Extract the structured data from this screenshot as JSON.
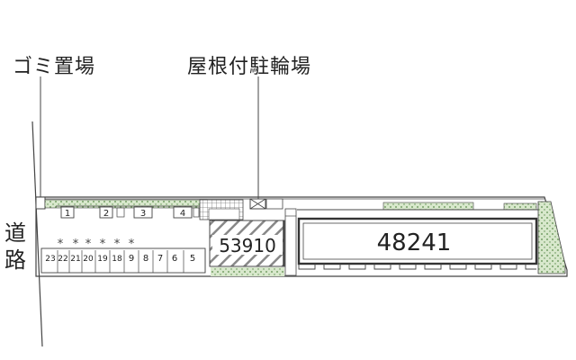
{
  "labels": {
    "garbage": "ゴミ置場",
    "bicycle": "屋根付駐輪場",
    "road": [
      "道",
      "路"
    ]
  },
  "buildings": [
    {
      "id": "53910"
    },
    {
      "id": "48241"
    }
  ],
  "top_spaces": [
    "1",
    "2",
    "3",
    "4"
  ],
  "bottom_spaces": [
    "23",
    "22",
    "21",
    "20",
    "19",
    "18",
    "9",
    "8",
    "7",
    "6",
    "5"
  ],
  "asterisk_marks": [
    "*",
    "*",
    "*",
    "*",
    "*",
    "*"
  ],
  "colors": {
    "outline": "#444444",
    "green_fill": "#d8e8cc",
    "green_dark": "#5a8a4a"
  }
}
